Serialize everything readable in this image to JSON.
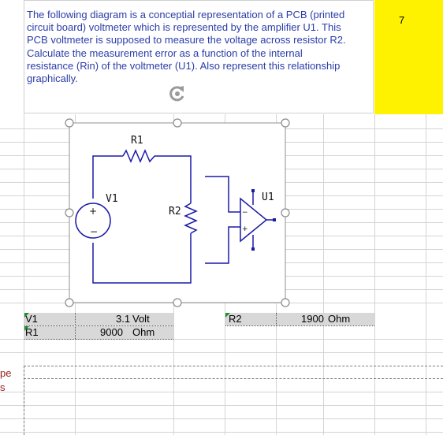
{
  "prompt": {
    "lines": [
      "The following diagram is a conceptial representation of a PCB (printed",
      "circuit board) voltmeter which is represented by the amplifier U1. This",
      "PCB voltmeter is supposed to measure the voltage across resistor R2.",
      "Calculate the measurement error as a function of the internal",
      "resistance (Rin) of the voltmeter (U1). Also represent this relationship",
      "graphically."
    ]
  },
  "question_number": "7",
  "circuit": {
    "r1_label": "R1",
    "v1_label": "V1",
    "r2_label": "R2",
    "u1_label": "U1",
    "plus_sign": "+",
    "minus_sign": "−"
  },
  "table": {
    "v1_name": "V1",
    "v1_value": "3.1",
    "v1_unit": "Volt",
    "r1_name": "R1",
    "r1_value": "9000",
    "r1_unit": "Ohm",
    "r2_name": "R2",
    "r2_value": "1900",
    "r2_unit": "Ohm"
  },
  "side_text": {
    "line1": "pe",
    "line2": "s"
  },
  "colors": {
    "prompt_text": "#2a3da8",
    "highlight": "#fff200",
    "circuit_wire": "#1a1aa8",
    "side_text": "#9a1b1b"
  }
}
